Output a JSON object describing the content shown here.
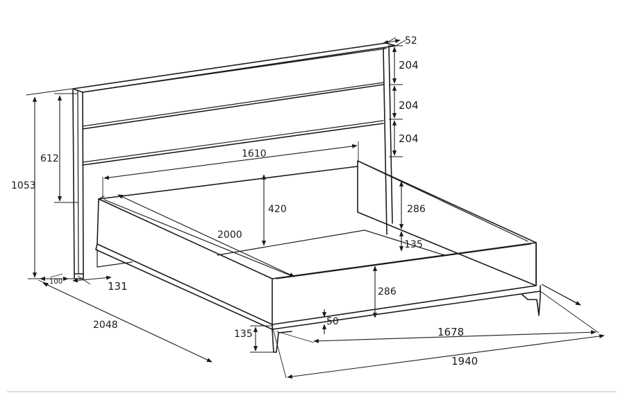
{
  "dimensions": {
    "headboard_thickness": "52",
    "panel_top": "204",
    "panel_middle": "204",
    "panel_bottom": "204",
    "headboard_panel_height": "612",
    "total_height": "1053",
    "inner_width": "1610",
    "inner_depth_drop": "420",
    "footboard_height_inner": "286",
    "slat_offset": "135",
    "inner_length": "2000",
    "side_rail_height": "286",
    "base_height": "50",
    "leg_height": "135",
    "leg_inset": "100",
    "headboard_offset": "131",
    "total_length": "2048",
    "base_width": "1678",
    "total_width": "1940"
  },
  "colors": {
    "line": "#1a1a1a",
    "background": "#ffffff",
    "rule": "#bdbdbd"
  }
}
